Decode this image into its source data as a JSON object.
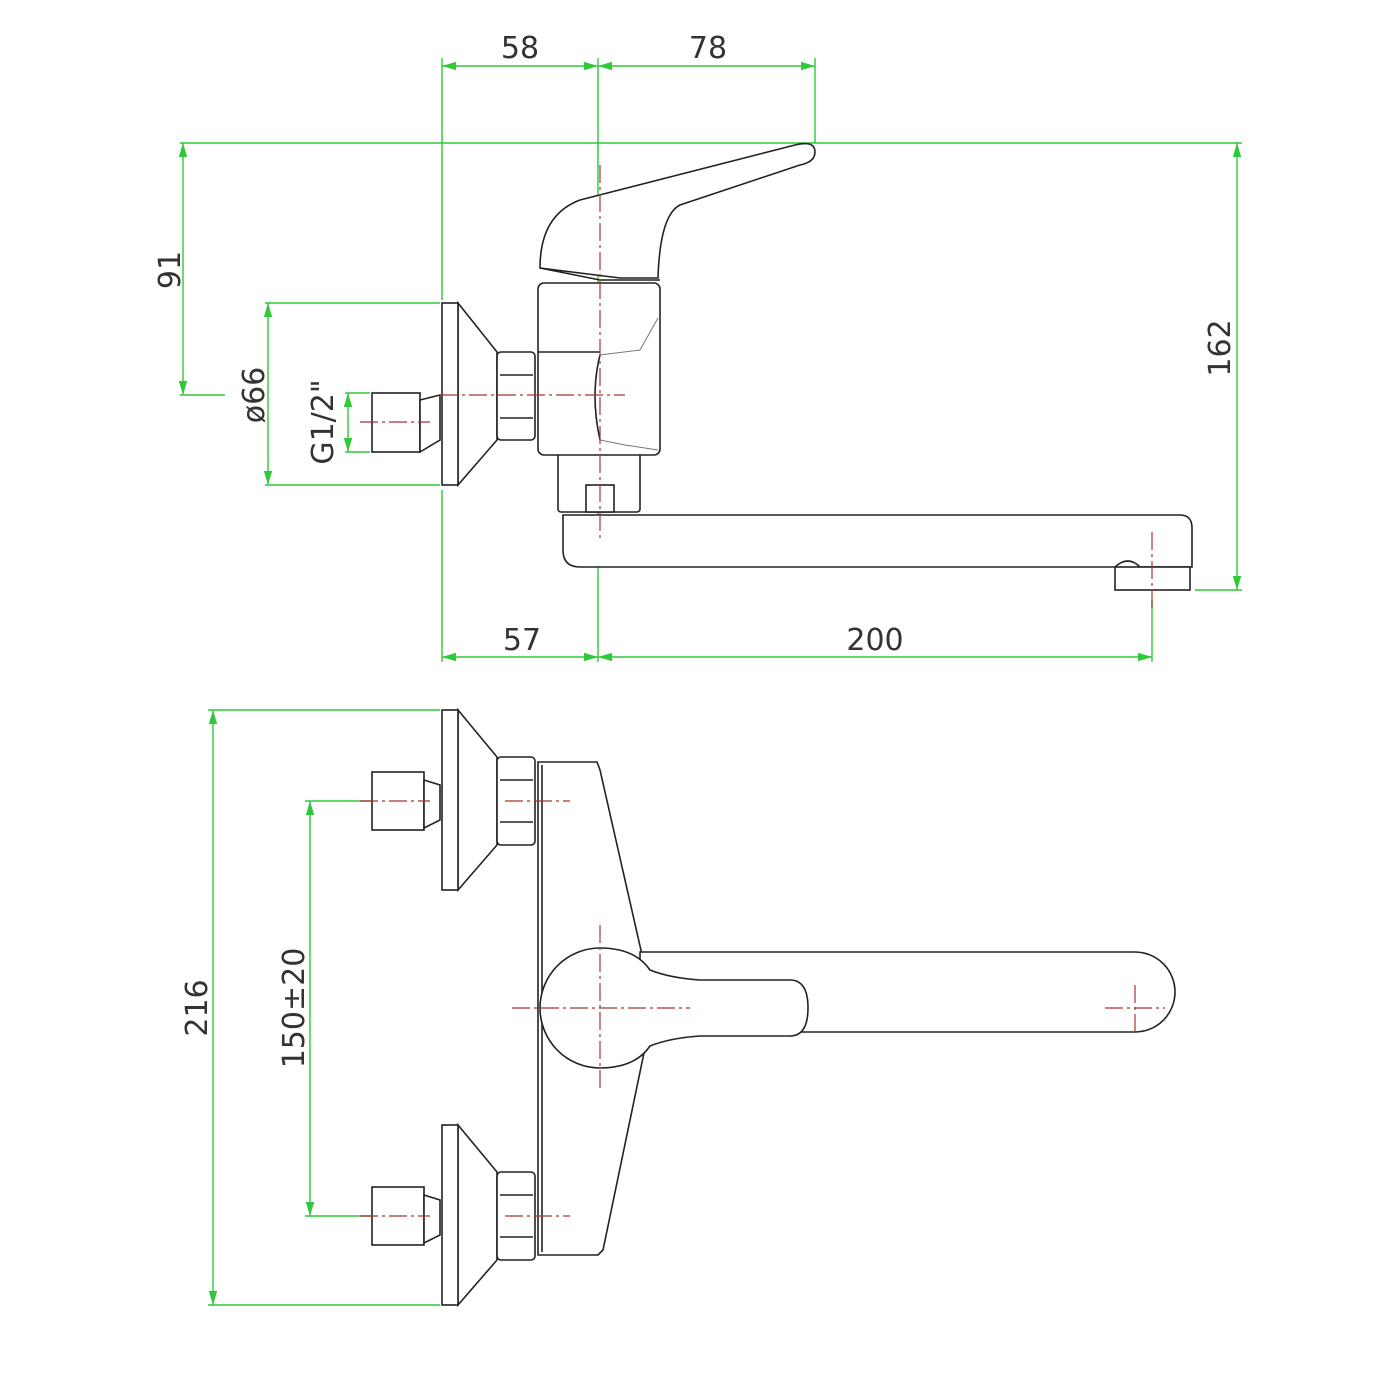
{
  "drawing": {
    "side_view": {
      "dim_handle_offset": "58",
      "dim_handle_reach": "78",
      "dim_height_to_inlet": "91",
      "dim_plate_diameter": "ø66",
      "dim_thread": "G1/2\"",
      "dim_total_height": "162",
      "dim_wall_to_axis": "57",
      "dim_spout_reach": "200"
    },
    "top_view": {
      "dim_total_width": "216",
      "dim_inlet_spacing": "150±20"
    },
    "colors": {
      "dimension": "#2fc93a",
      "centerline": "#a33333",
      "outline": "#222222"
    }
  }
}
